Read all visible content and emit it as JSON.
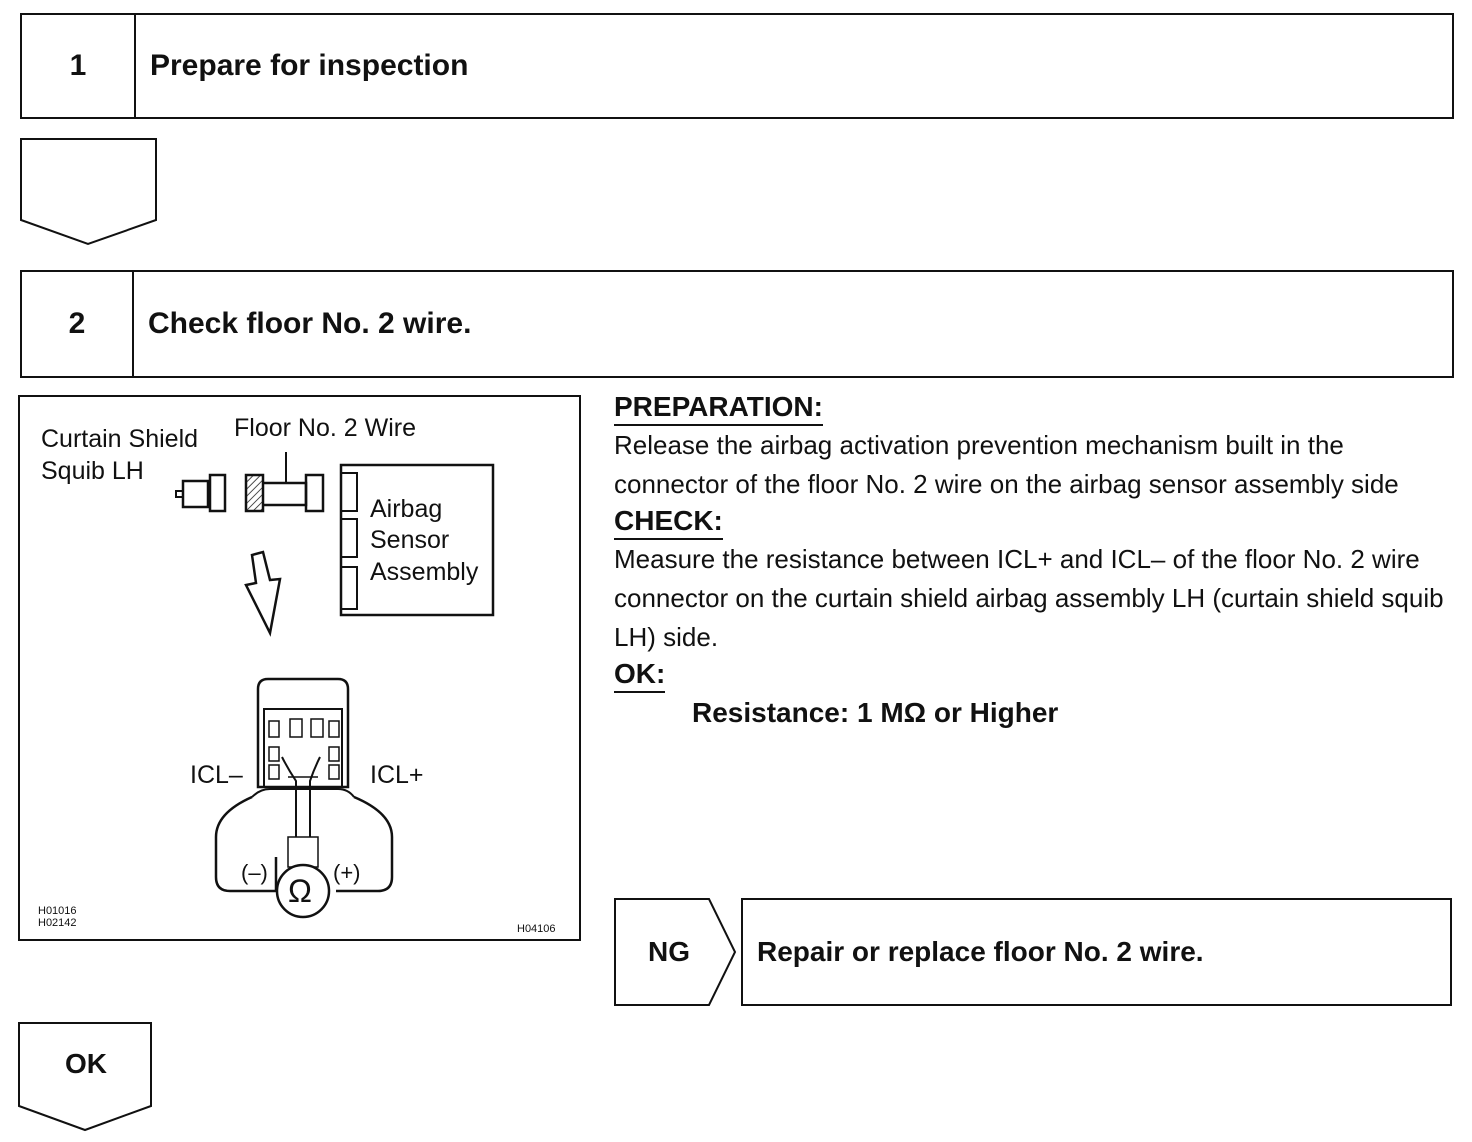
{
  "step1": {
    "number": "1",
    "title": "Prepare for inspection"
  },
  "step2": {
    "number": "2",
    "title": "Check floor No. 2 wire."
  },
  "figure": {
    "label_curtain_1": "Curtain Shield",
    "label_curtain_2": "Squib LH",
    "label_floor_wire": "Floor No. 2 Wire",
    "label_sensor_1": "Airbag",
    "label_sensor_2": "Sensor",
    "label_sensor_3": "Assembly",
    "label_icl_minus": "ICL–",
    "label_icl_plus": "ICL+",
    "label_neg": "(–)",
    "label_pos": "(+)",
    "label_ohm": "Ω",
    "code_1": "H01016",
    "code_2": "H02142",
    "code_3": "H04106"
  },
  "instructions": {
    "preparation_heading": "PREPARATION:",
    "preparation_text": "Release the airbag activation prevention mechanism built in the connector of the floor No. 2 wire on the airbag sensor assembly side",
    "check_heading": "CHECK:",
    "check_text": "Measure the resistance between ICL+ and ICL– of the floor No. 2 wire connector on the curtain shield airbag assembly LH (curtain shield squib LH) side.",
    "ok_heading": "OK:",
    "ok_spec": "Resistance: 1 MΩ or Higher"
  },
  "ng": {
    "label": "NG",
    "action": "Repair or replace floor No. 2 wire."
  },
  "ok": {
    "label": "OK"
  }
}
